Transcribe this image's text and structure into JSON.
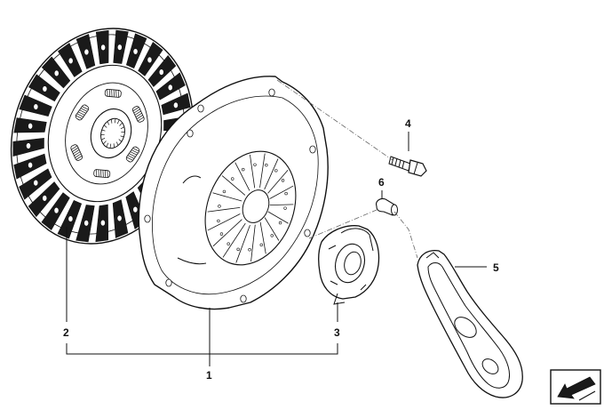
{
  "callouts": [
    {
      "id": "1",
      "text": "1"
    },
    {
      "id": "2",
      "text": "2"
    },
    {
      "id": "3",
      "text": "3"
    },
    {
      "id": "4",
      "text": "4"
    },
    {
      "id": "5",
      "text": "5"
    },
    {
      "id": "6",
      "text": "6"
    }
  ],
  "colors": {
    "line": "#111111",
    "fill": "#ffffff",
    "dark": "#1a1a1a"
  },
  "icons": {
    "nav": "arrow-icon"
  }
}
